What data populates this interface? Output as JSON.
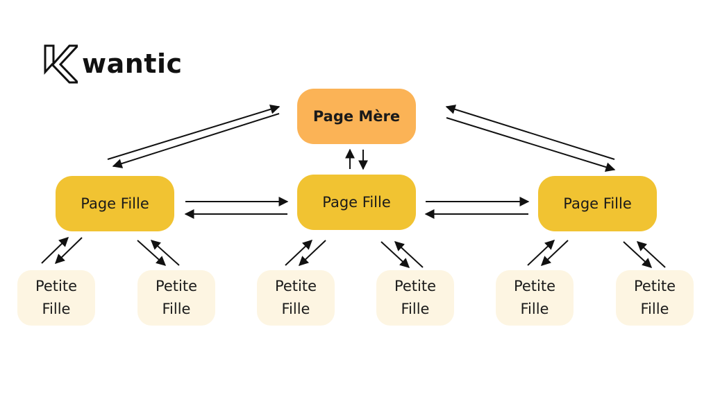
{
  "brand": {
    "name": "wantic"
  },
  "nodes": {
    "page_mere": "Page Mère",
    "page_fille": [
      "Page Fille",
      "Page Fille",
      "Page Fille"
    ],
    "petite_fille": [
      "Petite\nFille",
      "Petite\nFille",
      "Petite\nFille",
      "Petite\nFille",
      "Petite\nFille",
      "Petite\nFille"
    ]
  }
}
